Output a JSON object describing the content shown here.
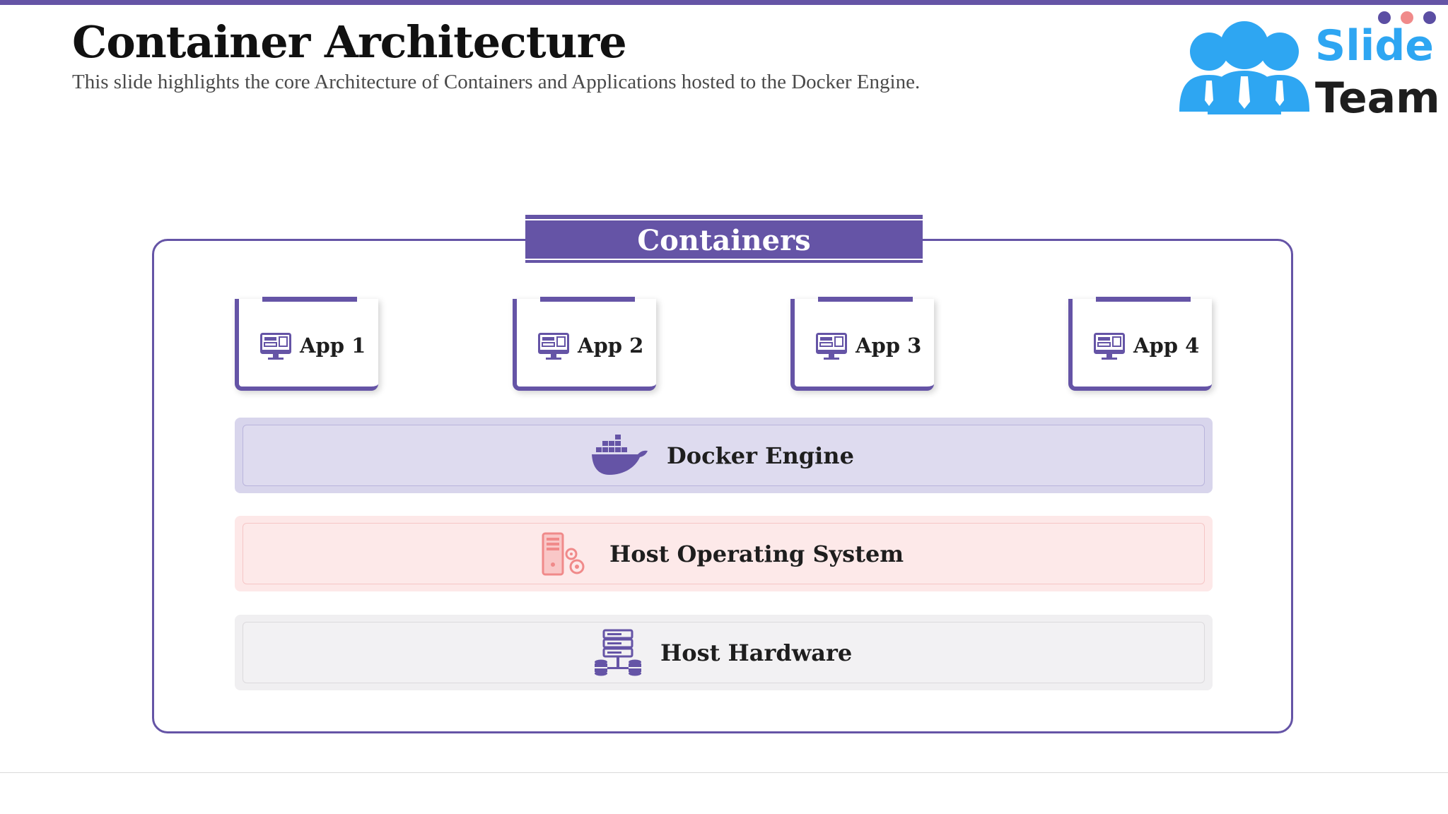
{
  "header": {
    "title": "Container Architecture",
    "subtitle": "This slide highlights the core Architecture of Containers and Applications hosted to the Docker Engine."
  },
  "logo": {
    "word1": "Slide",
    "word2": "Team",
    "dot_colors": [
      "#5b4ea3",
      "#f08a8a",
      "#5b4ea3"
    ]
  },
  "diagram": {
    "group_label": "Containers",
    "apps": [
      {
        "label": "App 1",
        "icon": "monitor-icon"
      },
      {
        "label": "App 2",
        "icon": "monitor-icon"
      },
      {
        "label": "App 3",
        "icon": "monitor-icon"
      },
      {
        "label": "App 4",
        "icon": "monitor-icon"
      }
    ],
    "layers": [
      {
        "label": "Docker Engine",
        "icon": "docker-whale-icon",
        "color": "#dedbef"
      },
      {
        "label": "Host Operating System",
        "icon": "server-gear-icon",
        "color": "#fde9e9"
      },
      {
        "label": "Host Hardware",
        "icon": "server-storage-icon",
        "color": "#f2f1f3"
      }
    ]
  },
  "colors": {
    "accent": "#6554a6",
    "brand_blue": "#2ea6f2",
    "os_icon": "#f08a8a"
  }
}
